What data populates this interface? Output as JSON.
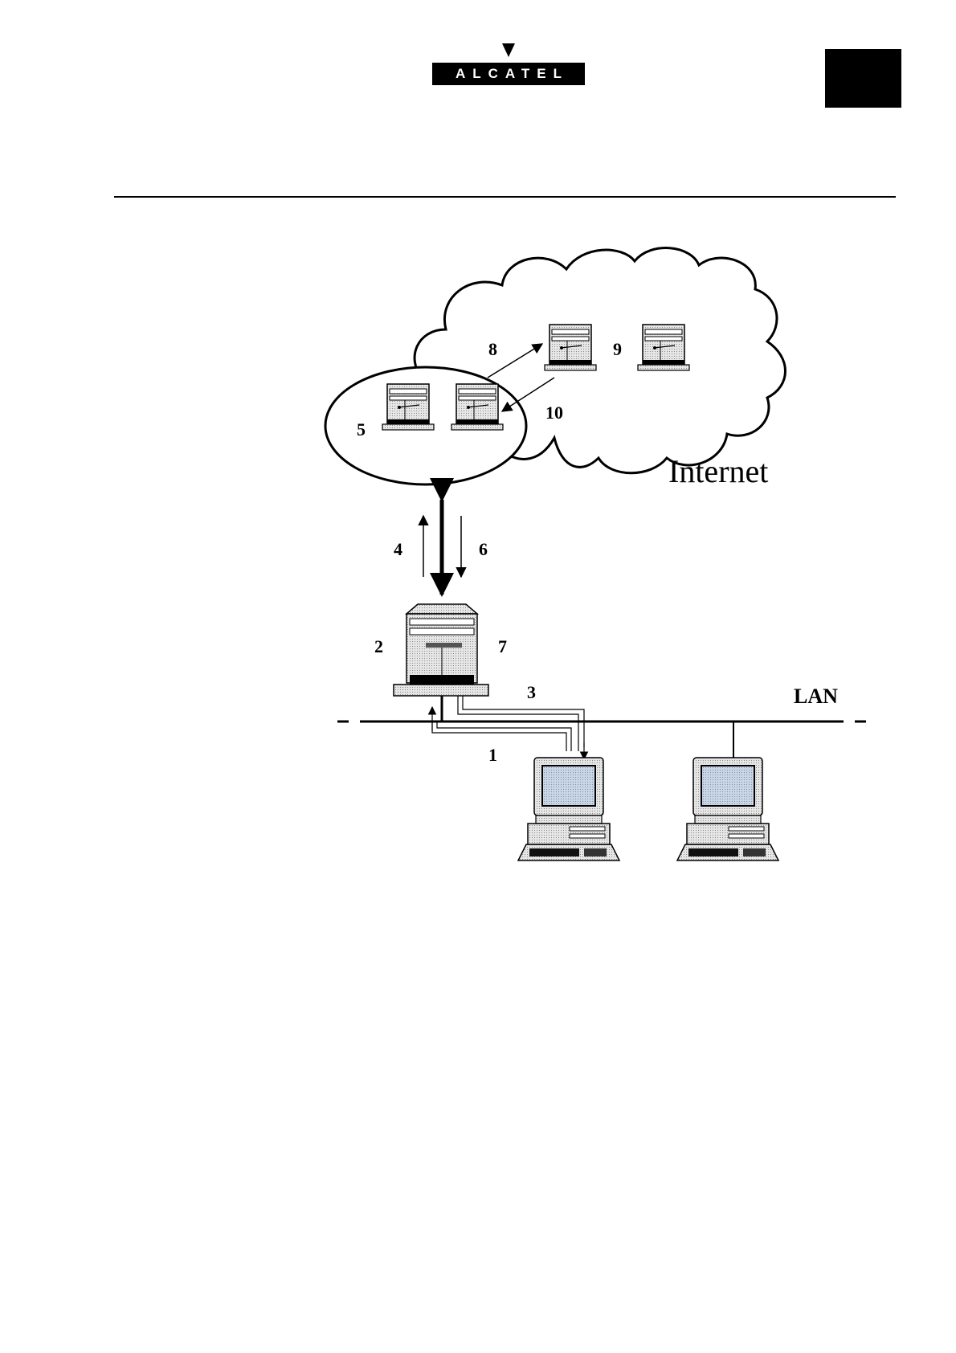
{
  "logo": {
    "text": "ALCATEL"
  },
  "diagram": {
    "cloud_label": "Internet",
    "lan_label": "LAN",
    "step_labels": {
      "s1": "1",
      "s2": "2",
      "s3": "3",
      "s4": "4",
      "s5": "5",
      "s6": "6",
      "s7": "7",
      "s8": "8",
      "s9": "9",
      "s10": "10"
    }
  }
}
